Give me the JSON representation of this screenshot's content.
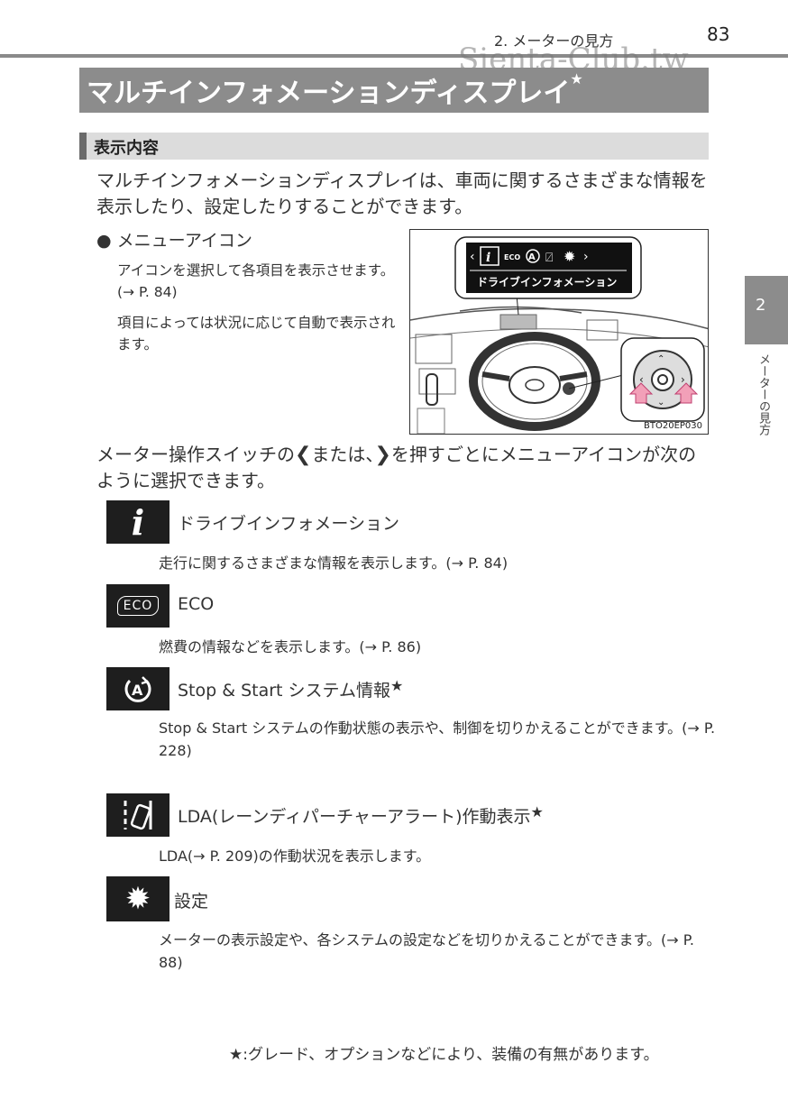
{
  "header": {
    "chapter": "2. メーターの見方",
    "page_number": "83",
    "watermark": "Sienta-Club.tw"
  },
  "title": "マルチインフォメーションディスプレイ",
  "star": "★",
  "section": "表示内容",
  "intro": "マルチインフォメーションディスプレイは、車両に関するさまざまな情報を表示したり、設定したりすることができます。",
  "menu_icon": {
    "title": "● メニューアイコン",
    "desc1": "アイコンを選択して各項目を表示させます。(→ P. 84)",
    "desc2": "項目によっては状況に応じて自動で表示されます。"
  },
  "figure": {
    "screen_label": "ドライブインフォメーション",
    "code": "BTO20EP030"
  },
  "nav": {
    "before": "メーター操作スイッチの",
    "middle": "または、",
    "after": "を押すごとにメニューアイコンが次のように選択できます。"
  },
  "items": [
    {
      "icon": "i",
      "label": "ドライブインフォメーション",
      "desc": "走行に関するさまざまな情報を表示します。(→ P. 84)"
    },
    {
      "icon": "ECO",
      "label": "ECO",
      "desc": "燃費の情報などを表示します。(→ P. 86)"
    },
    {
      "icon": "A",
      "label": "Stop & Start システム情報",
      "desc": "Stop & Start システムの作動状態の表示や、制御を切りかえることができます。(→ P. 228)"
    },
    {
      "icon": "lda-icon",
      "label": "LDA(レーンディパーチャーアラート)作動表示",
      "desc": "LDA(→ P. 209)の作動状況を表示します。"
    },
    {
      "icon": "gear-icon",
      "label": "設定",
      "desc": "メーターの表示設定や、各システムの設定などを切りかえることができます。(→ P. 88)"
    }
  ],
  "footnote": "★:グレード、オプションなどにより、装備の有無があります。",
  "side_tab": {
    "number": "2",
    "label": "メーターの見方"
  }
}
